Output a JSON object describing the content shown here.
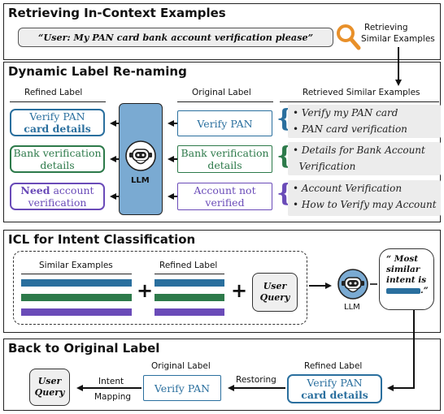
{
  "colors": {
    "blue": "#2a6f9e",
    "green": "#2d7a4a",
    "purple": "#6a4bb8",
    "llm_fill": "#7aaad2",
    "search": "#e8902a"
  },
  "section1": {
    "title": "Retrieving In-Context Examples",
    "query": "“User: My PAN card bank account verification please”",
    "side_label_1": "Retrieving",
    "side_label_2": "Similar Examples"
  },
  "section2": {
    "title": "Dynamic Label Re-naming",
    "col_refined": "Refined Label",
    "col_original": "Original Label",
    "col_examples": "Retrieved Similar Examples",
    "llm_label": "LLM",
    "rows": [
      {
        "refined_1": "Verify PAN",
        "refined_2": "card details",
        "original_1": "Verify PAN",
        "original_2": "",
        "examples": [
          "• Verify my PAN card",
          "• PAN card verification"
        ]
      },
      {
        "refined_1": "Bank verification",
        "refined_2": "details",
        "original_1": "Bank verification",
        "original_2": "details",
        "examples": [
          "• Details for Bank Account",
          "  Verification"
        ]
      },
      {
        "refined_1_bold": "Need",
        "refined_1": " account",
        "refined_2": "verification",
        "original_1": "Account not",
        "original_2": "verified",
        "examples": [
          "• Account Verification",
          "• How to Verify may Account"
        ]
      }
    ]
  },
  "section3": {
    "title": "ICL for Intent Classification",
    "col_examples": "Similar Examples",
    "col_refined": "Refined Label",
    "plus": "+",
    "query_1": "User",
    "query_2": "Query",
    "llm_label": "LLM",
    "bubble_1": "“ Most",
    "bubble_2": "similar",
    "bubble_3": "intent is",
    "bubble_end": ".”"
  },
  "section4": {
    "title": "Back to Original Label",
    "query_1": "User",
    "query_2": "Query",
    "intent_1": "Intent",
    "intent_2": "Mapping",
    "original_header": "Original Label",
    "original_value": "Verify PAN",
    "restoring": "Restoring",
    "refined_header": "Refined Label",
    "refined_1": "Verify PAN",
    "refined_2": "card details"
  }
}
